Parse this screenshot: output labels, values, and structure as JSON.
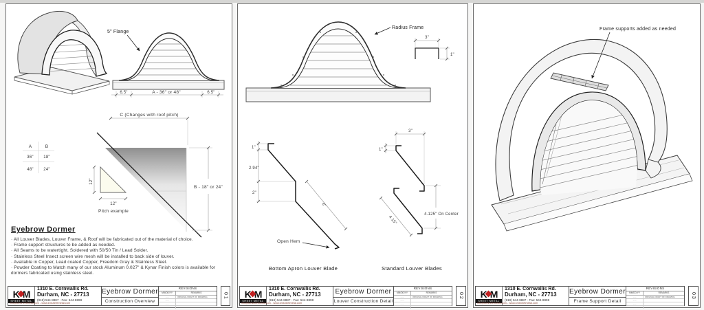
{
  "company": {
    "logo_k": "K",
    "logo_m": "M",
    "logo_sub": "SHEET METAL",
    "address_line1": "1310 E. Cornwallis Rd.",
    "address_line2": "Durham, NC - 27713",
    "address_line3": "(919) 544-8887 - Fax: 544-8898",
    "address_line4": "info@kmsheetmetal.com - www.kmsheetmetal.com"
  },
  "titleblock": {
    "revisions_header": "REVISIONS",
    "col_date": "MM/DD/YY",
    "col_remarks": "REMARKS",
    "rev_rows": [
      {
        "date": "-  -  -",
        "remark": "ORIGINAL DRAFT OF DRAWING"
      },
      {
        "date": "-  -  -",
        "remark": ""
      },
      {
        "date": "-  -  -",
        "remark": ""
      },
      {
        "date": "-  -  -",
        "remark": ""
      }
    ]
  },
  "sheets": [
    {
      "title": "Eyebrow Dormer",
      "subtitle": "Construction Overview",
      "number": "01"
    },
    {
      "title": "Eyebrow Dormer",
      "subtitle": "Louver Construction Detail",
      "number": "02"
    },
    {
      "title": "Eyebrow Dormer",
      "subtitle": "Frame Support Detail",
      "number": "03"
    }
  ],
  "panel1": {
    "flange_label": "5\" Flange",
    "dim_left": "6.5\"",
    "dim_mid": "A - 36\" or 48\"",
    "dim_right": "6.5\"",
    "dim_c": "C (Changes with roof pitch)",
    "dim_b": "B - 18\" or 24\"",
    "table": {
      "col_a": "A",
      "col_b": "B",
      "r1a": "36\"",
      "r1b": "18\"",
      "r2a": "48\"",
      "r2b": "24\""
    },
    "pitch_v": "12\"",
    "pitch_h": "12\"",
    "pitch_label": "Pitch example",
    "notes_title": "Eyebrow Dormer",
    "notes": [
      "· All Louver Blades, Louver Frame, & Roof will be fabricated out of the material of choice.",
      "· Frame support structures to be added as needed.",
      "· All Seams to be watertight. Soldered with 50/50 Tin / Lead Solder.",
      "· Stainless Steel Insect screen wire mesh will be installed to back side of louver.",
      "· Available in Copper, Lead coated Copper, Freedom Gray & Stainless Steel.",
      "· Powder Coating to Match many of our stock Aluminum 0.027\" & Kynar Finish colors is available for dormers fabricated using stainless steel."
    ]
  },
  "panel2": {
    "radius_label": "Radius Frame",
    "channel_w": "3\"",
    "channel_h": "1\"",
    "apron": {
      "dim_hook": "1\"",
      "dim_rise": "2.94\"",
      "dim_mid": "2\"",
      "dim_diag": "6\"",
      "open_hem": "Open Hem",
      "caption": "Bottom Apron Louver Blade"
    },
    "standard": {
      "dim_top": "3\"",
      "dim_hook": "1\"",
      "dim_oc": "4.125\" On Center",
      "dim_diag": "4.15\"",
      "caption": "Standard Louver Blades"
    }
  },
  "panel3": {
    "support_label": "Frame supports added as needed"
  },
  "colors": {
    "accent_red": "#c01f1f",
    "line": "#3a3a3a",
    "paper": "#ffffff"
  }
}
